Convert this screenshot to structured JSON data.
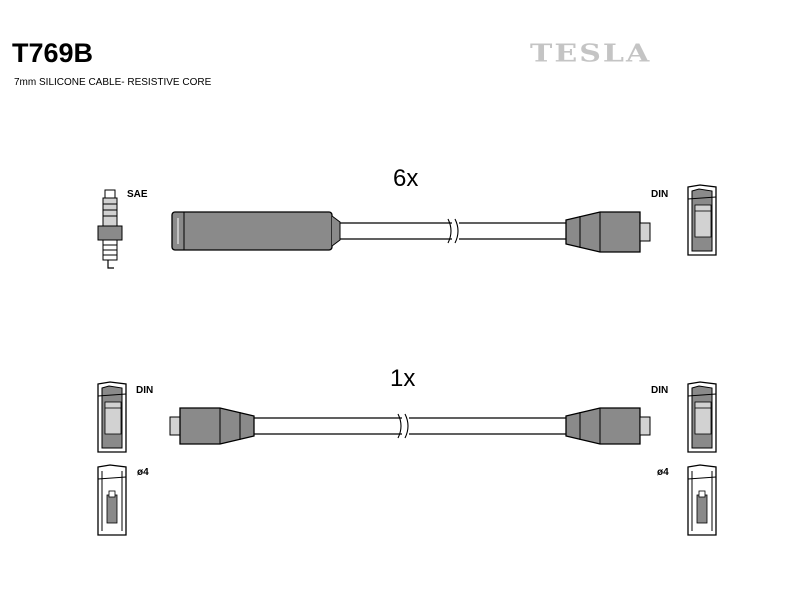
{
  "header": {
    "part_number": "T769B",
    "subtitle": "7mm SILICONE CABLE- RESISTIVE CORE",
    "brand": "TESLA"
  },
  "cables": [
    {
      "quantity": "6x",
      "left_end_label": "SAE",
      "right_end_label": "DIN"
    },
    {
      "quantity": "1x",
      "left_end_label": "DIN",
      "right_end_label": "DIN"
    }
  ],
  "terminals": {
    "left_bottom_label": "ø4",
    "right_bottom_label": "ø4"
  },
  "colors": {
    "line": "#000000",
    "fill": "#8a8a8a",
    "light_fill": "#d2d2d2",
    "brand": "#c4c4c4"
  },
  "icons": [
    "spark-plug-icon",
    "din-terminal-icon",
    "phi4-terminal-icon",
    "plug-boot-icon"
  ]
}
